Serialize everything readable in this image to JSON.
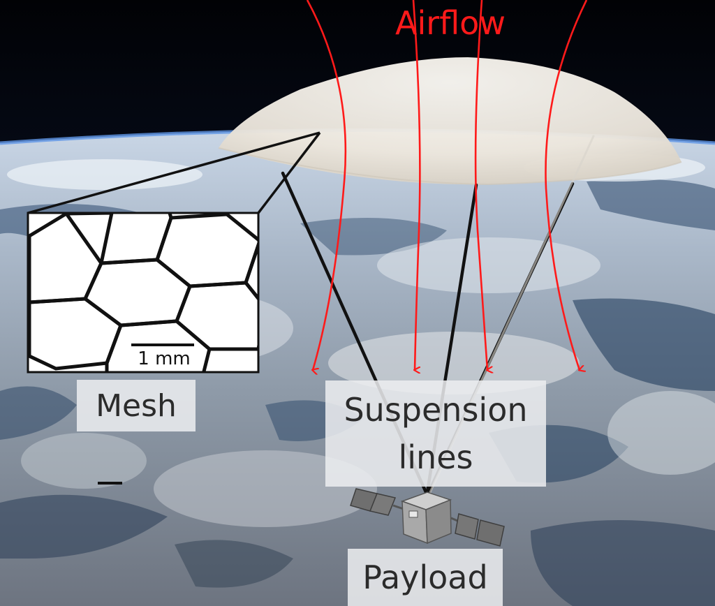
{
  "labels": {
    "airflow": "Airflow",
    "mesh": "Mesh",
    "suspension_line1": "Suspension",
    "suspension_line2": "lines",
    "payload": "Payload",
    "scale_bar": "1 mm"
  },
  "colors": {
    "airflow_arrows": "#ff1a1a",
    "suspension_lines": "#111111",
    "canopy": "#f2efe9",
    "space": "#020308",
    "earth_cloud": "#cdd3da",
    "earth_ocean": "#243d5e"
  },
  "icons": {
    "payload": "cubesat-with-solar-panels"
  }
}
